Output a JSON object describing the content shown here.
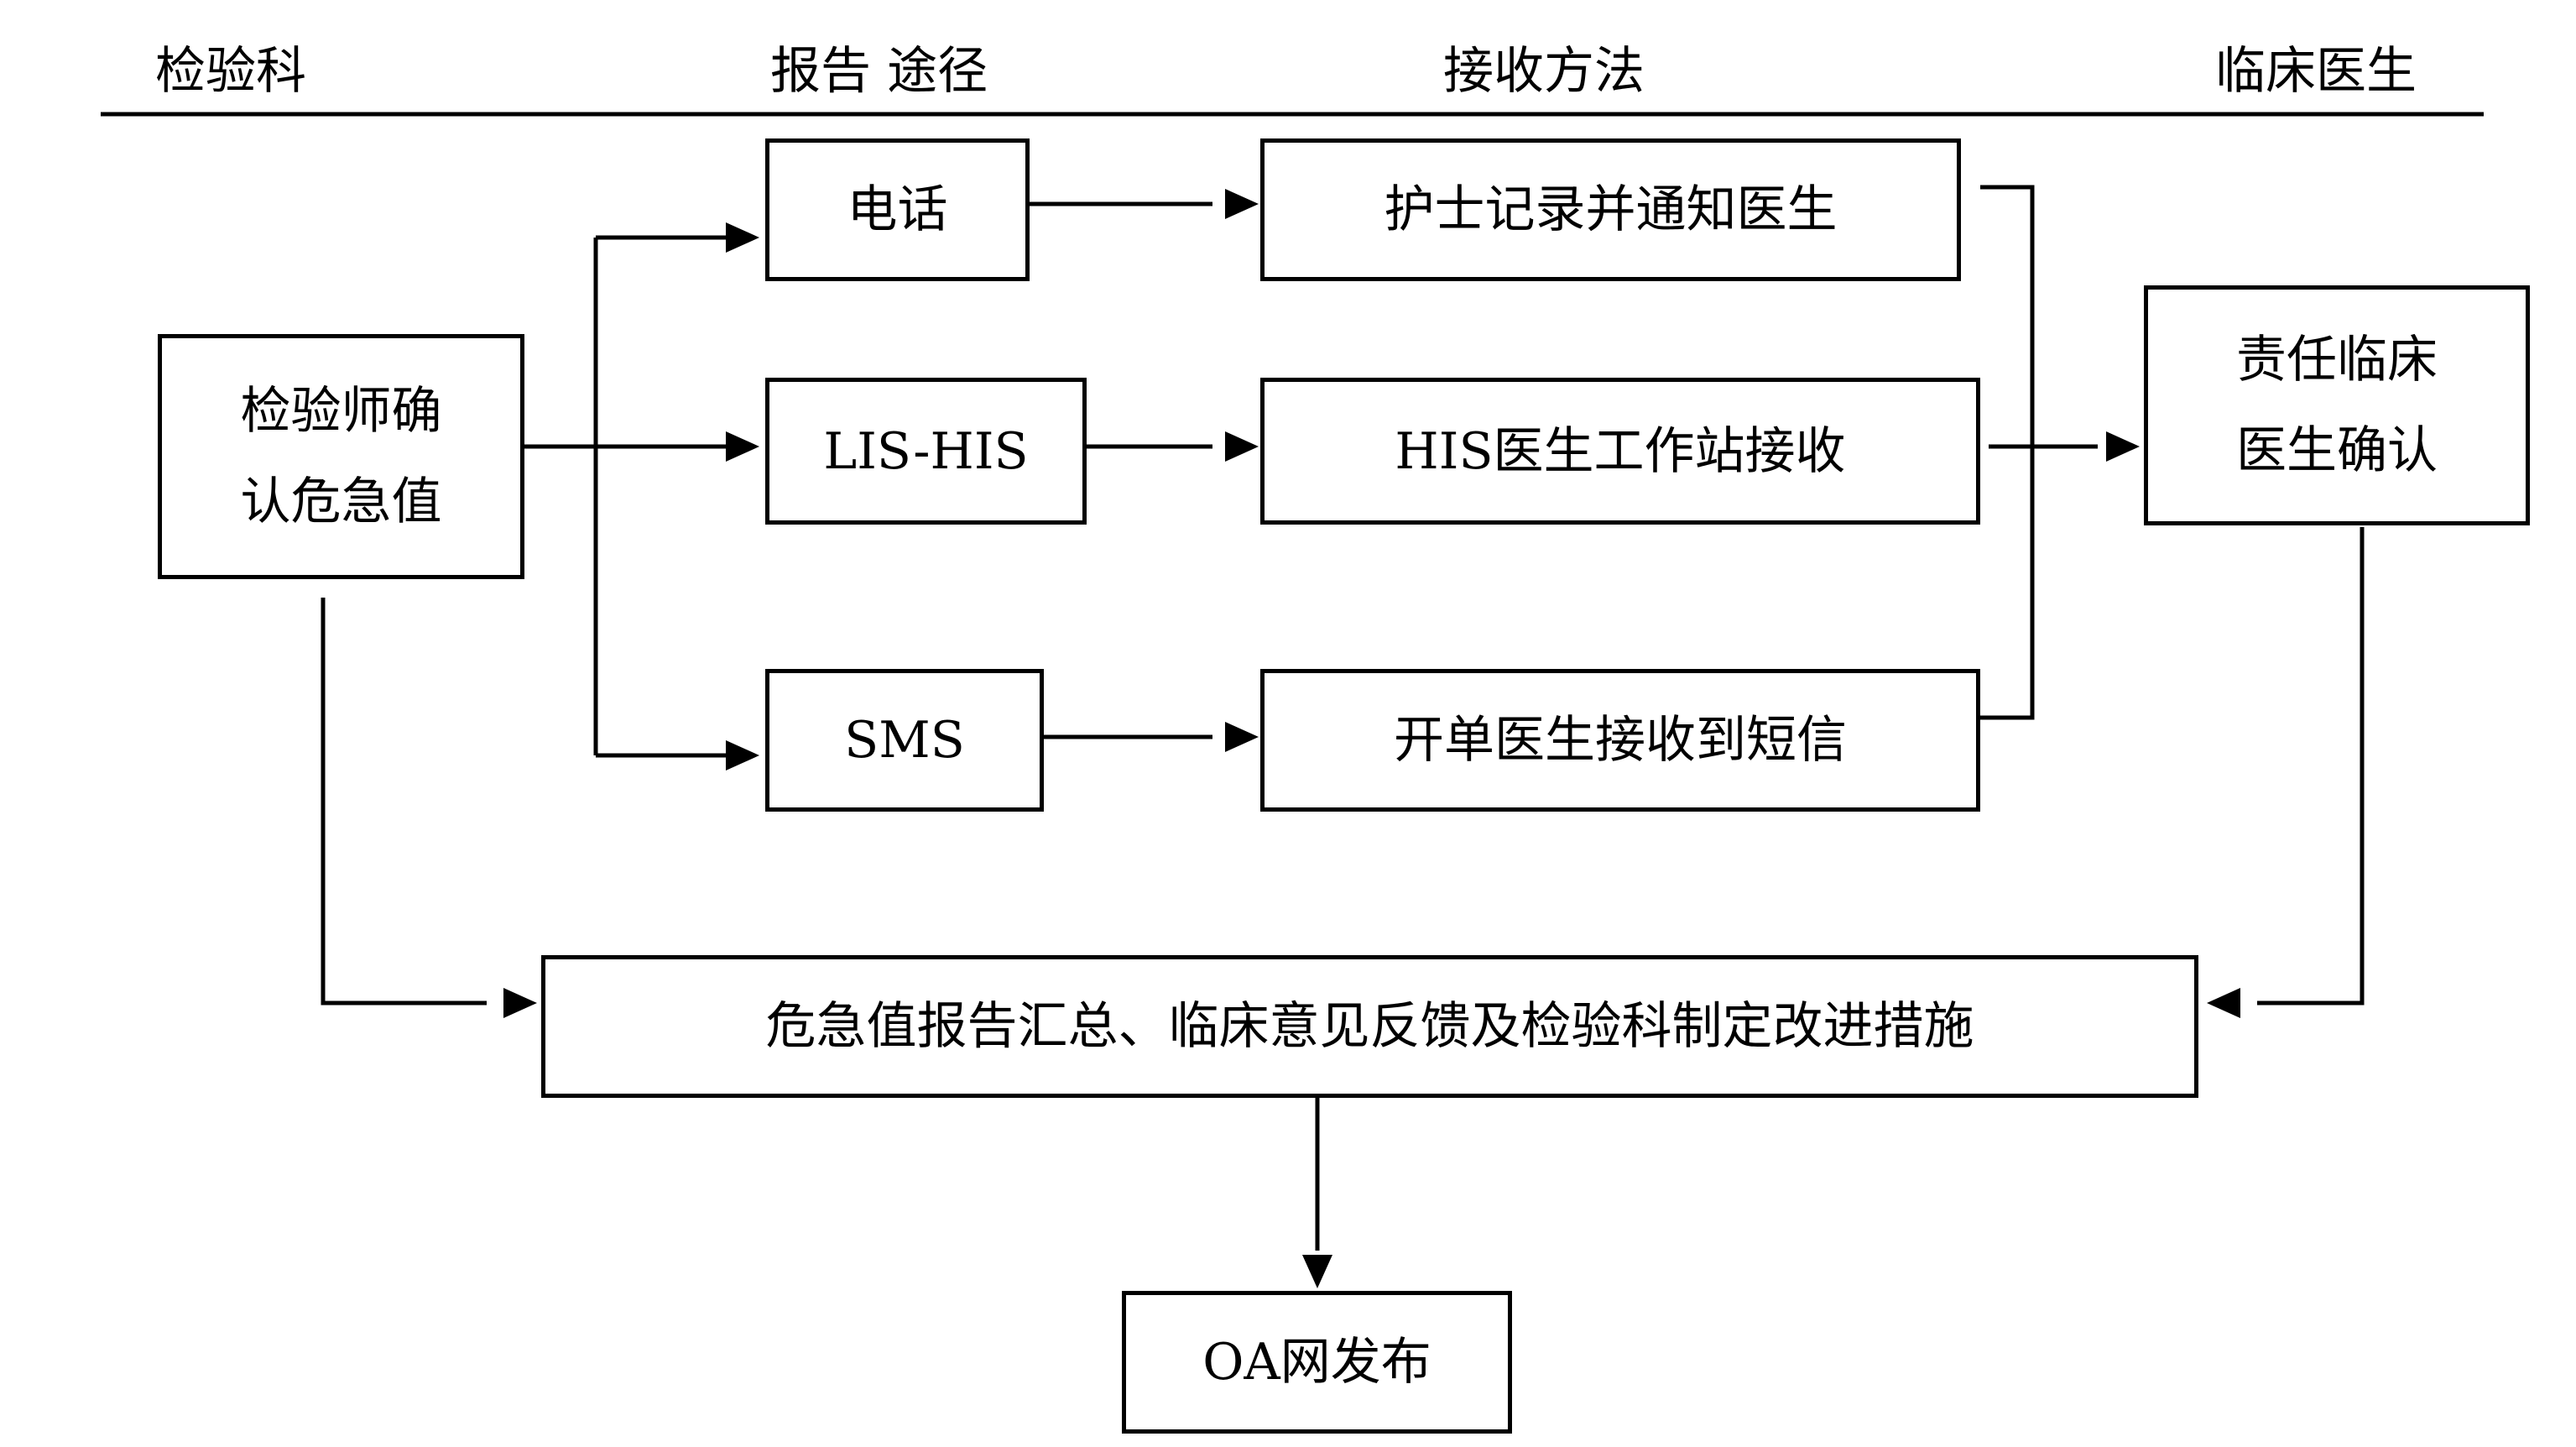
{
  "headers": {
    "lab": "检验科",
    "channel": "报告 途径",
    "method": "接收方法",
    "clinician": "临床医生"
  },
  "nodes": {
    "confirm": "检验师确\n认危急值",
    "phone": "电话",
    "lis_his": "LIS-HIS",
    "sms": "SMS",
    "nurse_record": "护士记录并通知医生",
    "his_station": "HIS医生工作站接收",
    "sms_receive": "开单医生接收到短信",
    "responsible_confirm": "责任临床\n医生确认",
    "summary": "危急值报告汇总、临床意见反馈及检验科制定改进措施",
    "oa_publish": "OA网发布"
  }
}
